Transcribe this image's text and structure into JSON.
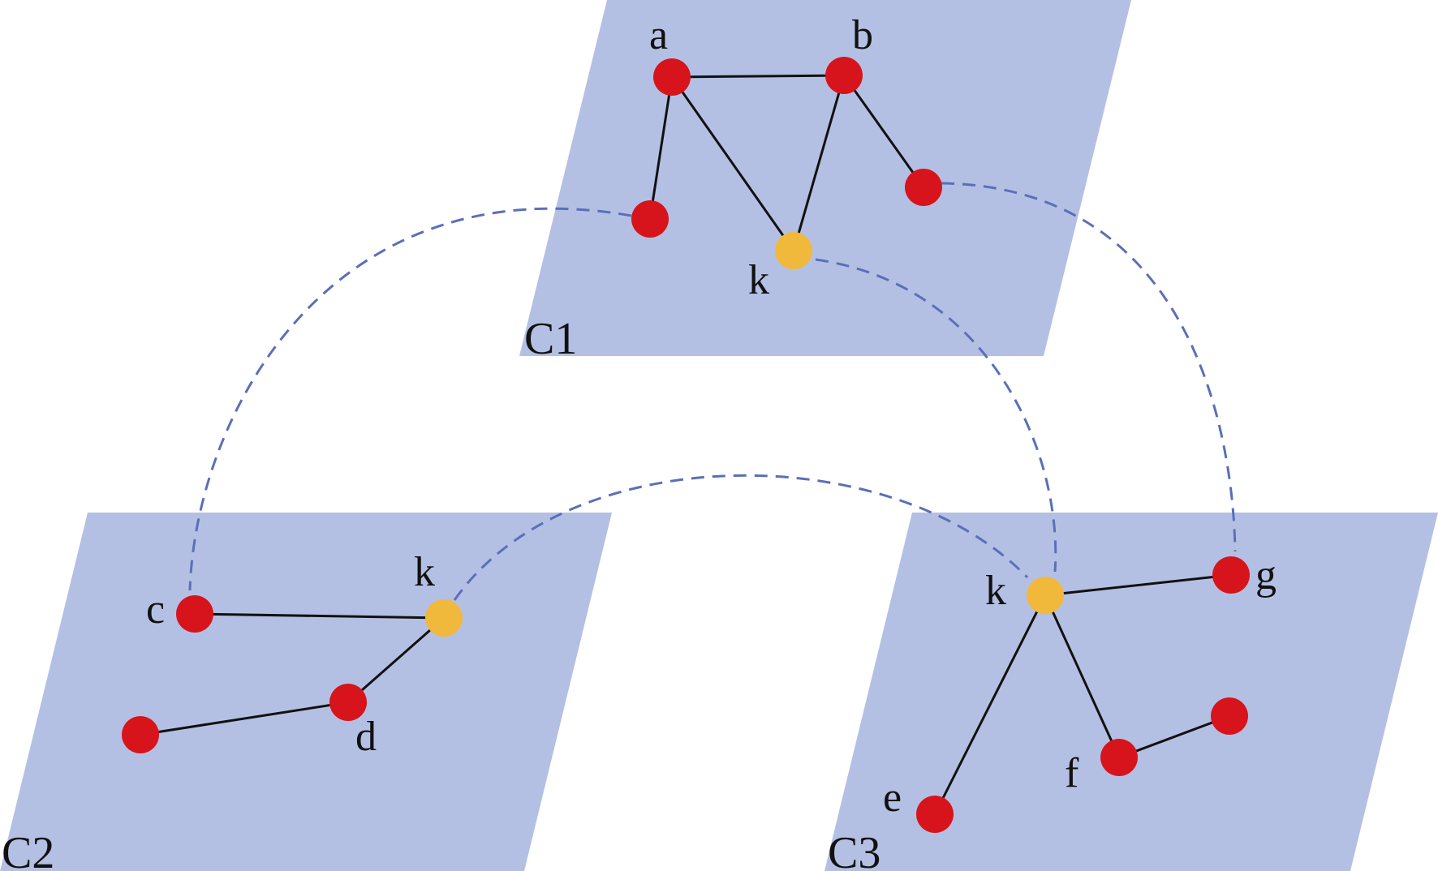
{
  "planes": [
    {
      "id": "C1",
      "label": "C1"
    },
    {
      "id": "C2",
      "label": "C2"
    },
    {
      "id": "C3",
      "label": "C3"
    }
  ],
  "nodes": [
    {
      "id": "C1.a",
      "label": "a",
      "color": "#d7141b"
    },
    {
      "id": "C1.b",
      "label": "b",
      "color": "#d7141b"
    },
    {
      "id": "C1.p",
      "label": "",
      "color": "#d7141b"
    },
    {
      "id": "C1.q",
      "label": "",
      "color": "#d7141b"
    },
    {
      "id": "C1.k",
      "label": "k",
      "color": "#f1b93b"
    },
    {
      "id": "C2.c",
      "label": "c",
      "color": "#d7141b"
    },
    {
      "id": "C2.k",
      "label": "k",
      "color": "#f1b93b"
    },
    {
      "id": "C2.d",
      "label": "d",
      "color": "#d7141b"
    },
    {
      "id": "C2.r",
      "label": "",
      "color": "#d7141b"
    },
    {
      "id": "C3.k",
      "label": "k",
      "color": "#f1b93b"
    },
    {
      "id": "C3.g",
      "label": "g",
      "color": "#d7141b"
    },
    {
      "id": "C3.e",
      "label": "e",
      "color": "#d7141b"
    },
    {
      "id": "C3.f",
      "label": "f",
      "color": "#d7141b"
    },
    {
      "id": "C3.s",
      "label": "",
      "color": "#d7141b"
    }
  ],
  "edges": [
    [
      "C1.a",
      "C1.b"
    ],
    [
      "C1.a",
      "C1.p"
    ],
    [
      "C1.a",
      "C1.k"
    ],
    [
      "C1.b",
      "C1.k"
    ],
    [
      "C1.b",
      "C1.q"
    ],
    [
      "C2.c",
      "C2.k"
    ],
    [
      "C2.k",
      "C2.d"
    ],
    [
      "C2.d",
      "C2.r"
    ],
    [
      "C3.k",
      "C3.g"
    ],
    [
      "C3.k",
      "C3.e"
    ],
    [
      "C3.k",
      "C3.f"
    ],
    [
      "C3.f",
      "C3.s"
    ]
  ],
  "cross_links": [
    [
      "C1.p",
      "C2.c"
    ],
    [
      "C1.k",
      "C3.k"
    ],
    [
      "C1.q",
      "C3.g"
    ],
    [
      "C2.k",
      "C3.k"
    ]
  ],
  "colors": {
    "plane": "#b4c0e3",
    "edge": "#111111",
    "cross_link": "#5b6fb8",
    "node_red": "#d7141b",
    "node_gold": "#f1b93b"
  }
}
